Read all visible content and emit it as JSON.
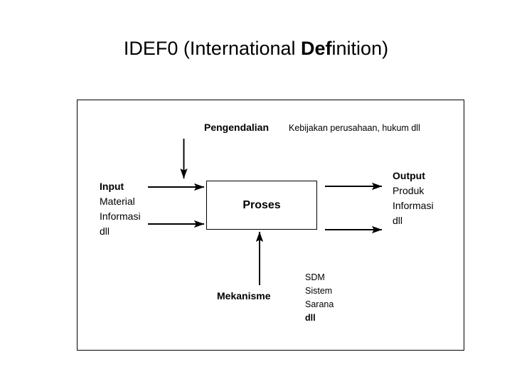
{
  "title": {
    "full_text": "IDEF0 (International Definition)",
    "segment_regular_1": "IDEF0 (International ",
    "segment_bold": "Def",
    "segment_regular_2": "inition)"
  },
  "diagram": {
    "type": "idef0-process-box",
    "process": {
      "label": "Proses"
    },
    "control": {
      "label": "Pengendalian",
      "description": "Kebijakan perusahaan, hukum dll",
      "arrow_direction": "down"
    },
    "input": {
      "label": "Input",
      "items": [
        "Material",
        "Informasi",
        "dll"
      ],
      "arrow_direction": "right",
      "arrow_count": 2
    },
    "output": {
      "label": "Output",
      "items": [
        "Produk",
        "Informasi",
        "dll"
      ],
      "arrow_direction": "right",
      "arrow_count": 2
    },
    "mechanism": {
      "label": "Mekanisme",
      "items": [
        "SDM",
        "Sistem",
        "Sarana",
        "dll"
      ],
      "arrow_direction": "up"
    }
  },
  "colors": {
    "background": "#ffffff",
    "text": "#000000",
    "stroke": "#000000"
  }
}
